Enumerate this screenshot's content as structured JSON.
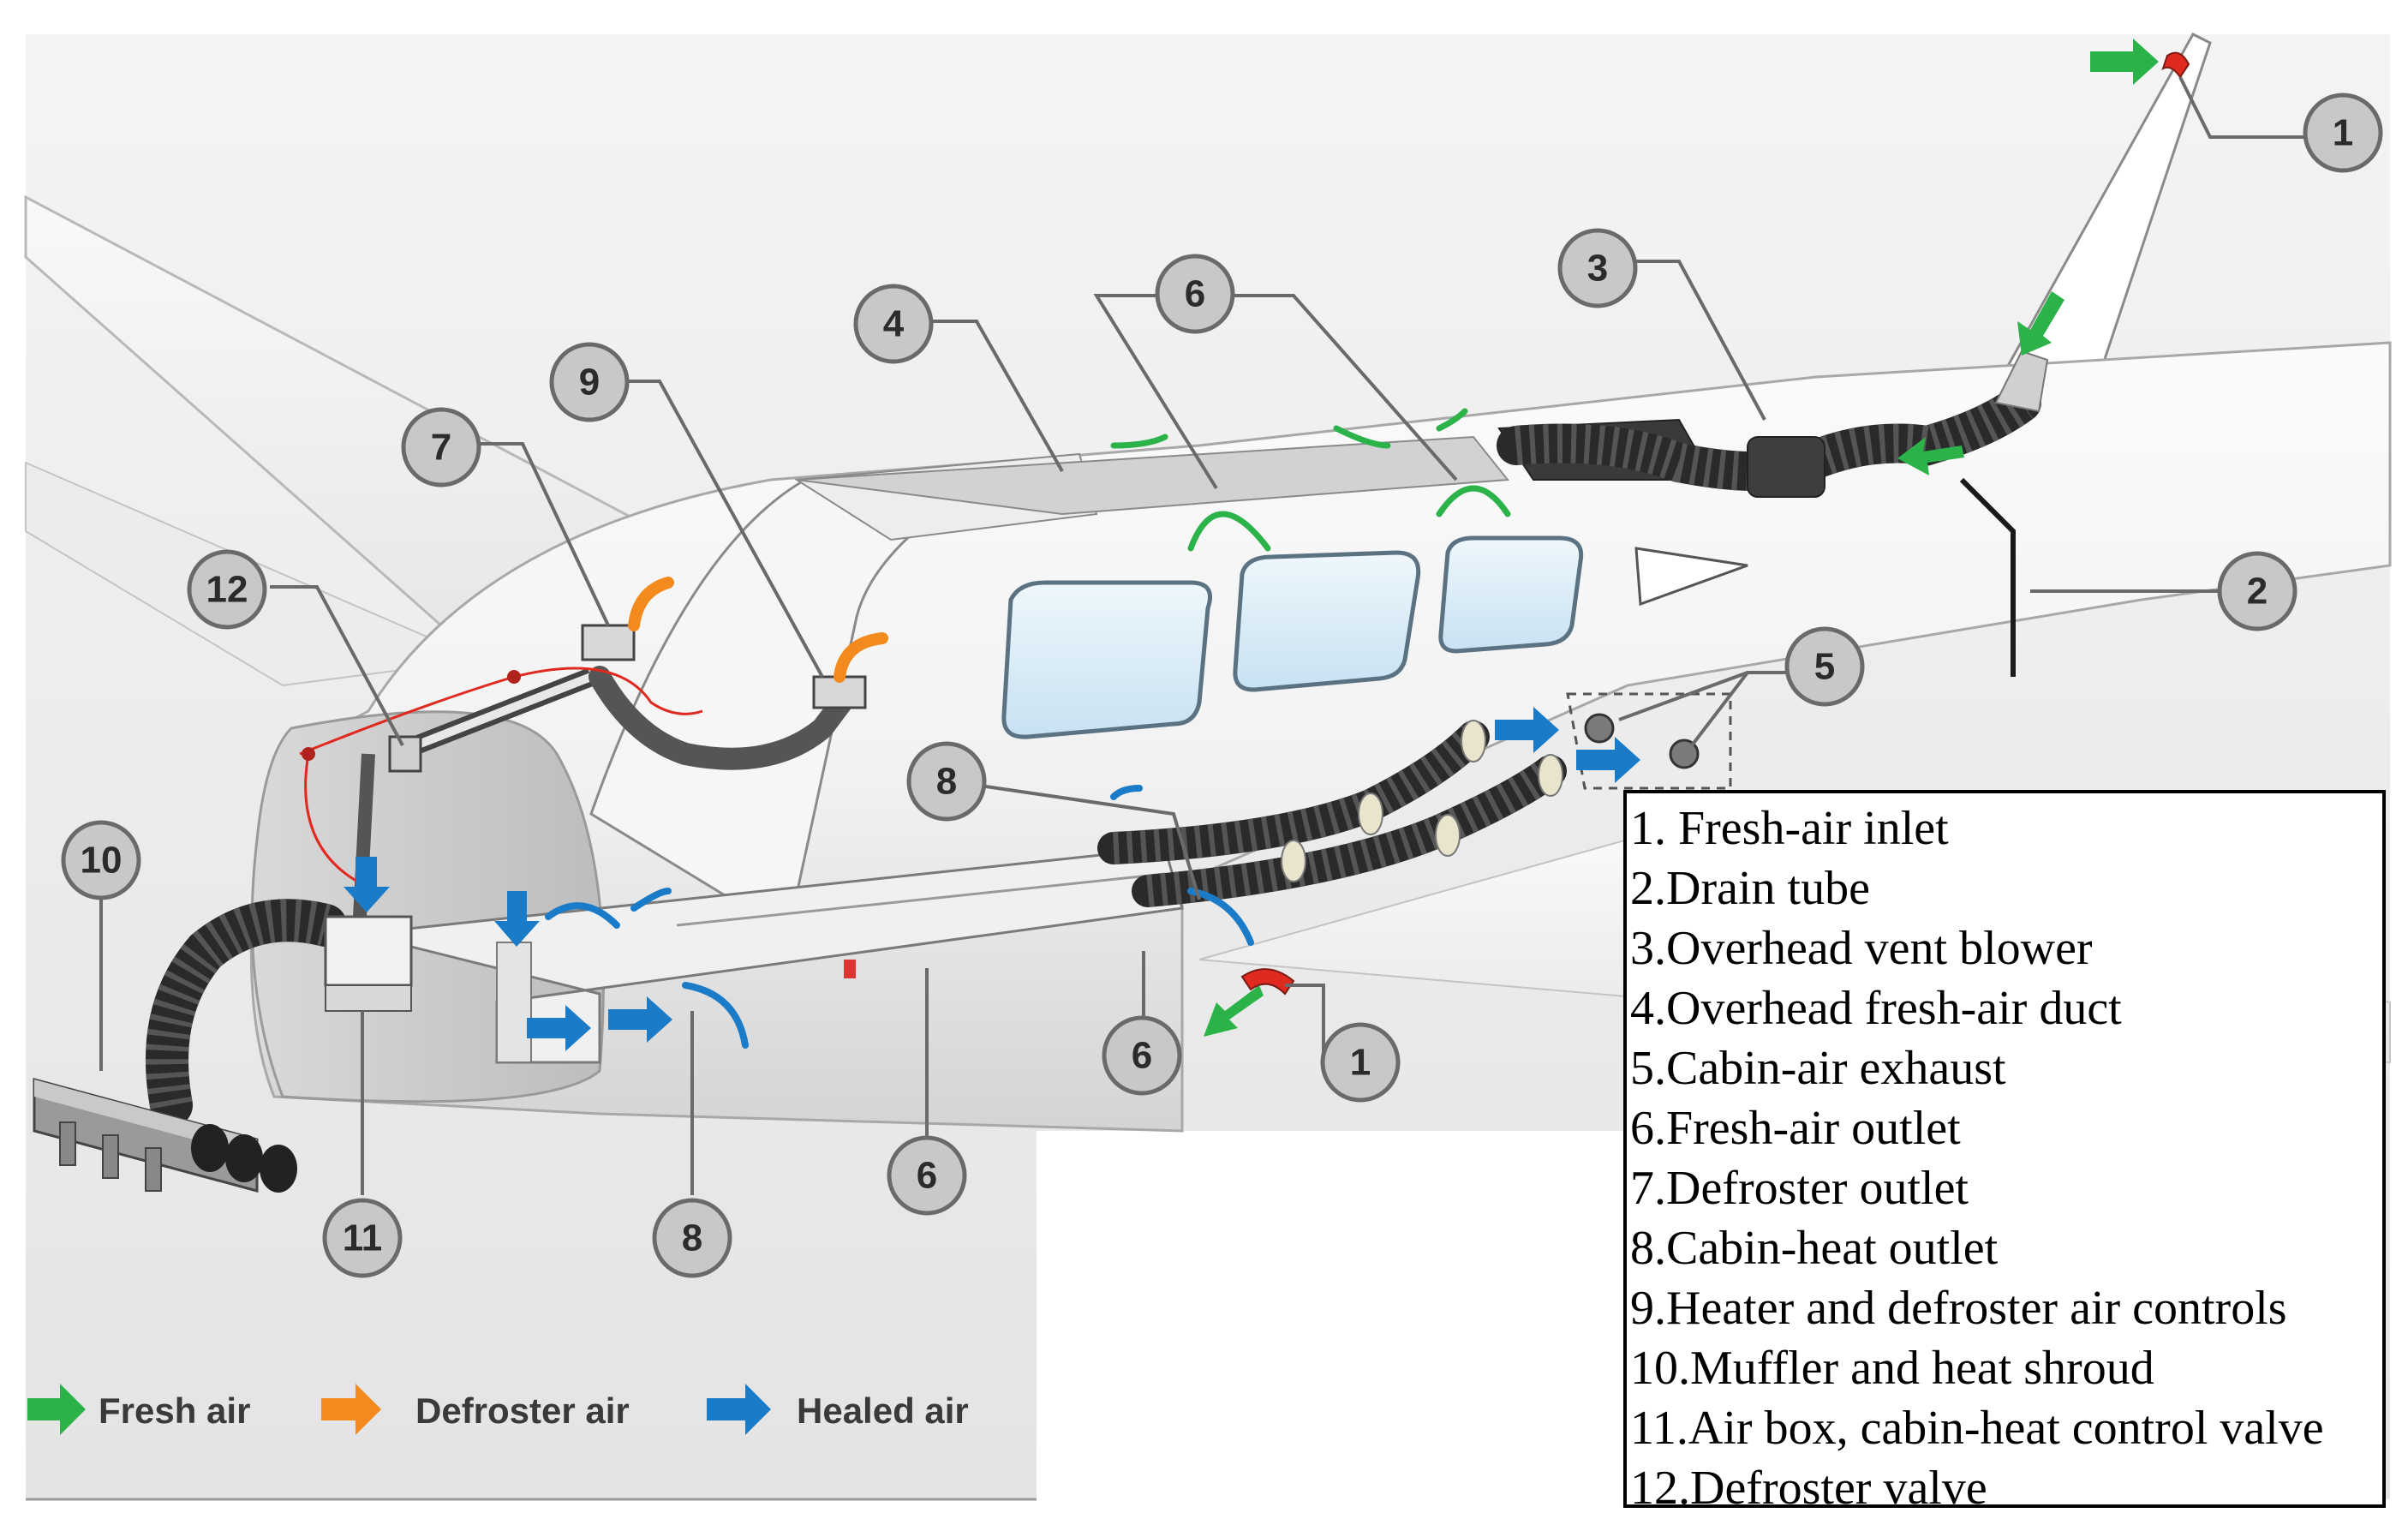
{
  "callouts": {
    "c1a": "1",
    "c1b": "1",
    "c2": "2",
    "c3": "3",
    "c4": "4",
    "c5": "5",
    "c6a": "6",
    "c6b": "6",
    "c6c": "6",
    "c7": "7",
    "c8a": "8",
    "c8b": "8",
    "c9": "9",
    "c10": "10",
    "c11": "11",
    "c12": "12"
  },
  "legend": {
    "fresh_label": "Fresh air",
    "defroster_label": "Defroster air",
    "heated_label": "Healed air",
    "fresh_color": "#2bb34a",
    "defroster_color": "#f28a1e",
    "heated_color": "#1a7cc9"
  },
  "key": {
    "items": [
      "1. Fresh-air inlet",
      "2.Drain tube",
      "3.Overhead vent blower",
      "4.Overhead fresh-air duct",
      "5.Cabin-air exhaust",
      "6.Fresh-air outlet",
      "7.Defroster outlet",
      "8.Cabin-heat outlet",
      "9.Heater and defroster air controls",
      "10.Muffler and heat shroud",
      "11.Air box, cabin-heat control valve",
      "12.Defroster valve"
    ]
  }
}
